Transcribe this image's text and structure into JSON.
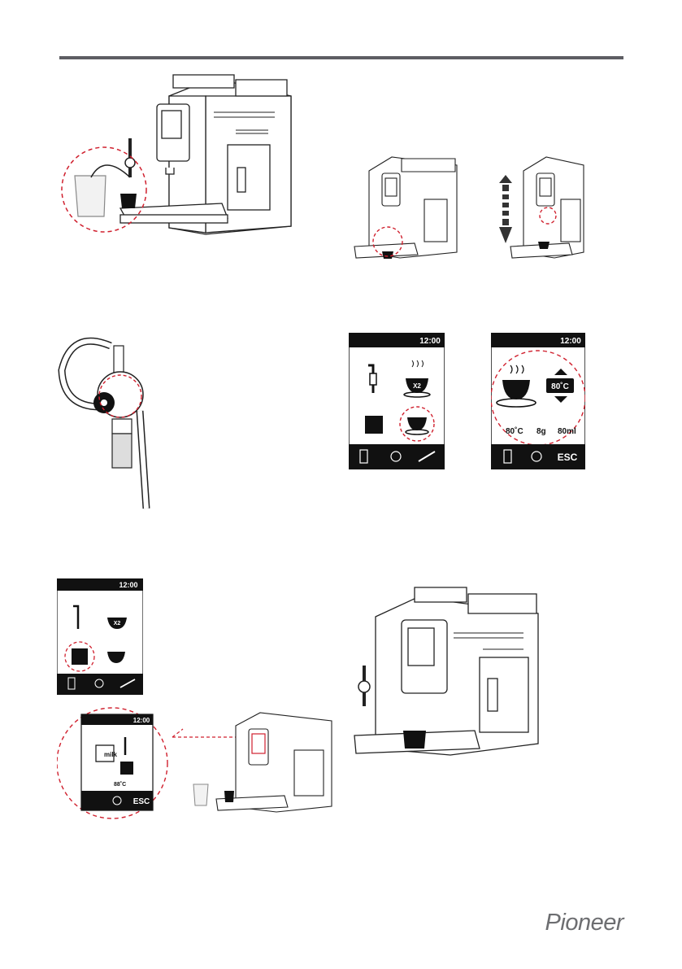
{
  "brand": "Pioneer",
  "screens": {
    "clock": "12:00",
    "temperature_badge": "80˚C",
    "temperature_setting": "80˚C",
    "dose_setting": "8g",
    "volume_setting": "80ml",
    "double_label": "X2",
    "esc_label": "ESC",
    "milk_label": "milk",
    "milk_temperature": "88˚C"
  },
  "colors": {
    "rule": "#5e5e63",
    "highlight": "#d0202e",
    "screen_bar": "#111111",
    "brand": "#6d6e71"
  }
}
